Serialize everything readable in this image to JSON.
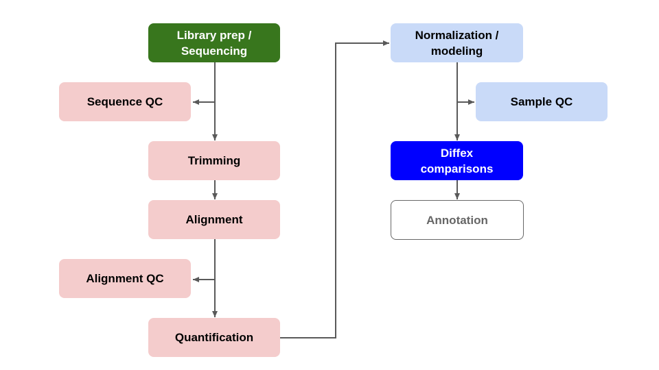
{
  "nodes": {
    "library_prep": "Library prep   /\nSequencing",
    "sequence_qc": "Sequence QC",
    "trimming": "Trimming",
    "alignment": "Alignment",
    "alignment_qc": "Alignment QC",
    "quantification": "Quantification",
    "normalization": "Normalization /\nmodeling",
    "sample_qc": "Sample QC",
    "diffex": "Diffex\ncomparisons",
    "annotation": "Annotation"
  },
  "colors": {
    "pink": "#f4cccc",
    "green": "#38761d",
    "light_blue": "#c9daf8",
    "blue": "#0000ff",
    "arrow": "#595959",
    "annotation_text": "#666666"
  }
}
